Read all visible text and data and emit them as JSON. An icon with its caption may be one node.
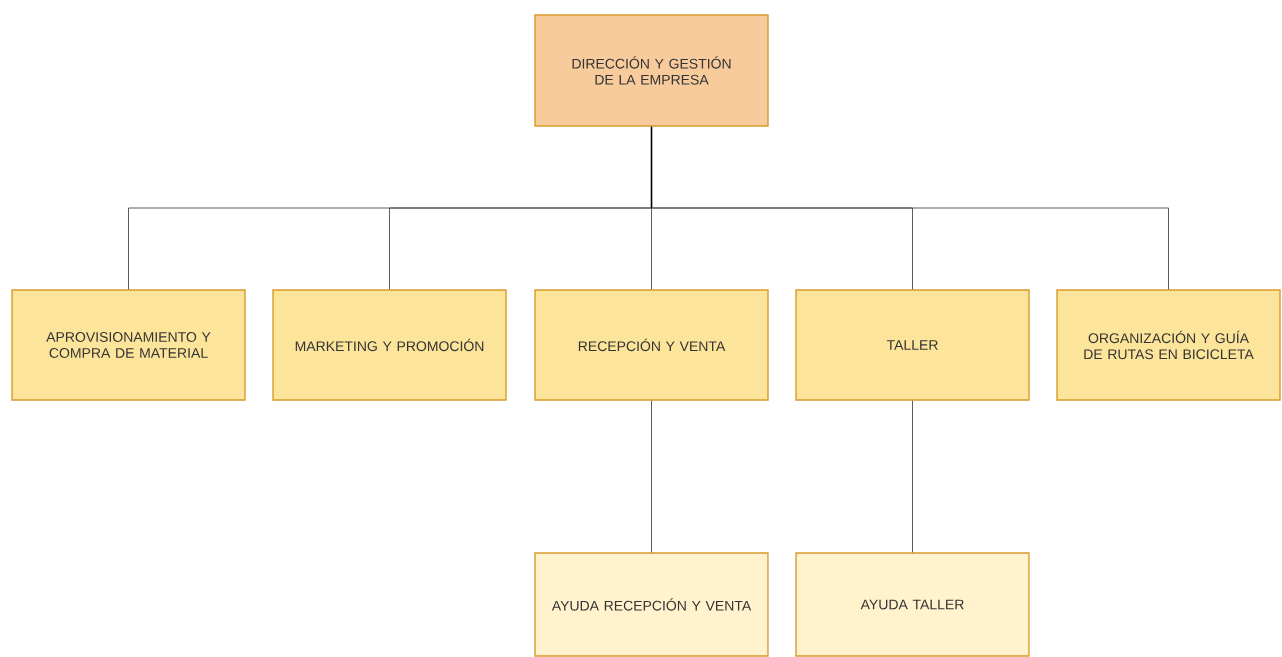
{
  "diagram": {
    "nodes": [
      {
        "text": [
          "DIRECCIÓN Y GESTIÓN DE LA EMPRESA"
        ]
      },
      {
        "text": [
          "APROVISIONAMIENTO Y COMPRA DE MATERIAL"
        ]
      },
      {
        "text": [
          "MARKETING Y PROMOCIÓN"
        ]
      },
      {
        "text": [
          "RECEPCIÓN Y VENTA"
        ]
      },
      {
        "text": [
          "TALLER"
        ]
      },
      {
        "text": [
          "ORGANIZACIÓN Y GUÍA DE RUTAS EN BICICLETA"
        ]
      },
      {
        "text": [
          "AYUDA RECEPCIÓN Y VENTA"
        ]
      },
      {
        "text": [
          "AYUDA TALLER"
        ]
      }
    ],
    "edges": [
      {
        "from": 0,
        "to": 1,
        "arrow": "none"
      },
      {
        "from": 0,
        "to": 2,
        "arrow": "none"
      },
      {
        "from": 0,
        "to": 3,
        "arrow": "none"
      },
      {
        "from": 0,
        "to": 4,
        "arrow": "none"
      },
      {
        "from": 0,
        "to": 5,
        "arrow": "none"
      },
      {
        "from": 3,
        "to": 6,
        "arrow": "none"
      },
      {
        "from": 4,
        "to": 7,
        "arrow": "none"
      }
    ]
  }
}
